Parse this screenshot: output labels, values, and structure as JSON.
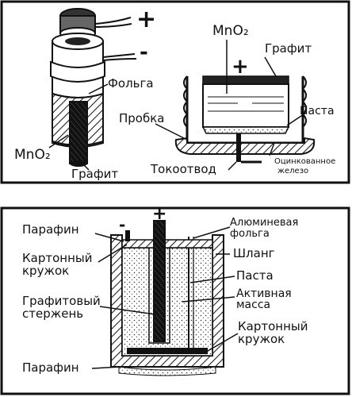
{
  "top_panel": {
    "labels": {
      "plus_left": "+",
      "minus_left": "-",
      "foil": "Фольга",
      "mno2_left": "MnO₂",
      "graphite_left": "Графит",
      "mno2_right": "MnO₂",
      "graphite_right": "Графит",
      "plus_right": "+",
      "paste": "Паста",
      "cork": "Пробка",
      "tinned_iron_line1": "Оцинкованное",
      "tinned_iron_line2": "железо",
      "current_collector": "Токоотвод"
    }
  },
  "bottom_panel": {
    "labels": {
      "plus": "+",
      "minus": "-",
      "paraffin_top": "Парафин",
      "cardboard_line1": "Картонный",
      "cardboard_line2": "кружок",
      "graphite_rod_line1": "Графитовый",
      "graphite_rod_line2": "стержень",
      "paraffin_bottom": "Парафин",
      "aluminum_line1": "Алюминевая",
      "aluminum_line2": "фольга",
      "hose": "Шланг",
      "paste": "Паста",
      "active_line1": "Активная",
      "active_line2": "масса",
      "cardboard_r_line1": "Картонный",
      "cardboard_r_line2": "кружок"
    }
  }
}
